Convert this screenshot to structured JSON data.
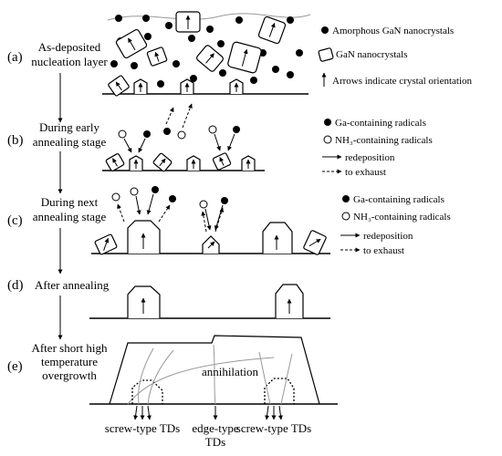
{
  "stages": [
    {
      "marker": "(a)",
      "lines": [
        "As-deposited",
        "nucleation layer"
      ]
    },
    {
      "marker": "(b)",
      "lines": [
        "During early",
        "annealing stage"
      ]
    },
    {
      "marker": "(c)",
      "lines": [
        "During next",
        "annealing stage"
      ]
    },
    {
      "marker": "(d)",
      "lines": [
        "After annealing"
      ]
    },
    {
      "marker": "(e)",
      "lines": [
        "After short high",
        "temperature",
        "overgrowth"
      ]
    }
  ],
  "legend_a": {
    "amorphous": "Amorphous GaN nanocrystals",
    "crystal": "GaN nanocrystals",
    "orientation": "Arrows indicate crystal orientation"
  },
  "legend_b": {
    "ga": "Ga-containing radicals",
    "nh3": "NH₃-containing radicals",
    "redeposition": "redeposition",
    "exhaust": "to exhaust"
  },
  "legend_c": {
    "ga": "Ga-containing radicals",
    "nh3": "NH₃-containing radicals",
    "redeposition": "redeposition",
    "exhaust": "to exhaust"
  },
  "overgrowth": {
    "annihilation": "annihilation",
    "screw_left": "screw-type TDs",
    "edge_line1": "edge-type",
    "edge_line2": "TDs",
    "screw_right": "screw-type TDs"
  }
}
